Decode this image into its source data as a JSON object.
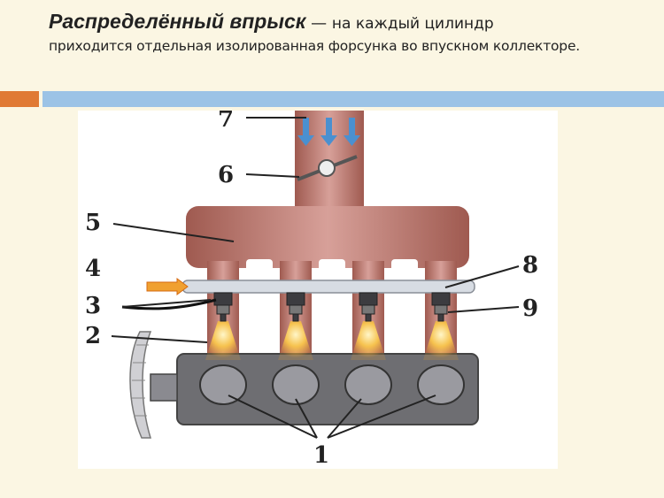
{
  "title": {
    "lead": "Распределённый впрыск",
    "dash": " — ",
    "rest": "на каждый цилиндр",
    "line2": "приходится отдельная изолированная форсунка во впускном коллекторе."
  },
  "diagram": {
    "labels": [
      "1",
      "2",
      "3",
      "4",
      "5",
      "6",
      "7",
      "8",
      "9"
    ]
  },
  "colors": {
    "accent_orange": "#e07a35",
    "accent_blue": "#9cc3e6",
    "manifold": "#b56e63",
    "rail": "#d7dce3",
    "block": "#6e6e72",
    "valve": "#9a9aa0",
    "spray": "#f4b43a",
    "airflow": "#4a90d0"
  }
}
